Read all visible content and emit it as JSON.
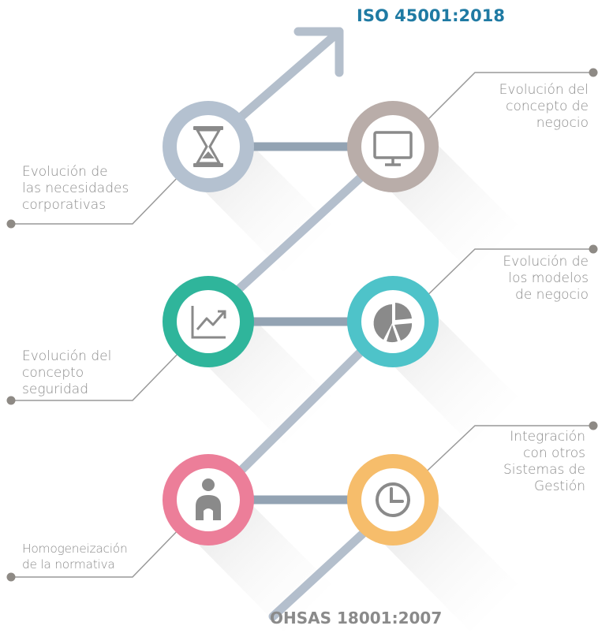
{
  "title_top": "ISO 45001:2018",
  "title_bottom": "OHSAS 18001:2007",
  "colors": {
    "title_top": "#1f7aa3",
    "title_bottom": "#8a8a8a",
    "connector": "#a7b4c4",
    "hourglass_ring": "#b4c1d0",
    "monitor_ring": "#b9ada9",
    "chart_ring": "#2fb59b",
    "pie_ring": "#4ec3c9",
    "person_ring": "#ec7e99",
    "clock_ring": "#f6bd6b",
    "icon": "#8a8a8a"
  },
  "labels": {
    "hourglass": [
      "Evolución de",
      "las necesidades",
      "corporativas"
    ],
    "monitor": [
      "Evolución del",
      "concepto de",
      "negocio"
    ],
    "chart": [
      "Evolución del",
      "concepto",
      "seguridad"
    ],
    "pie": [
      "Evolución de",
      "los modelos",
      "de negocio"
    ],
    "person": [
      "Homogeneización",
      "de la normativa"
    ],
    "clock": [
      "Integración",
      "con otros",
      "Sistemas de",
      "Gestión"
    ]
  },
  "icons": {
    "hourglass": "hourglass-icon",
    "monitor": "monitor-icon",
    "chart": "line-chart-icon",
    "pie": "pie-chart-icon",
    "person": "person-icon",
    "clock": "clock-icon"
  }
}
